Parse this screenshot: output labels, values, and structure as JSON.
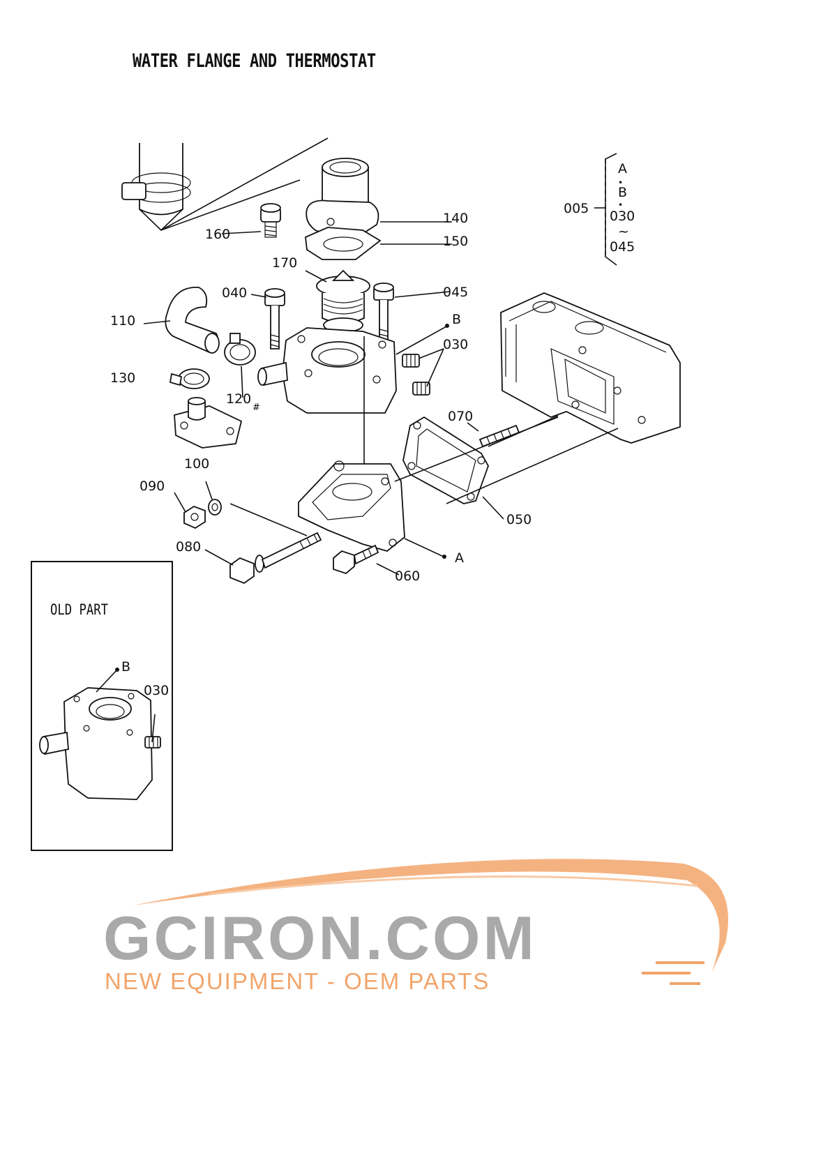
{
  "title": "WATER FLANGE AND THERMOSTAT",
  "callouts": {
    "p005": "005",
    "p030": "030",
    "p040": "040",
    "p045": "045",
    "p050": "050",
    "p060": "060",
    "p070": "070",
    "p080": "080",
    "p090": "090",
    "p100": "100",
    "p110": "110",
    "p120": "120",
    "p120_mark": "#",
    "p130": "130",
    "p140": "140",
    "p150": "150",
    "p160": "160",
    "p170": "170",
    "ref_a": "A",
    "ref_b": "B"
  },
  "set_bracket": {
    "a": "A",
    "dot1": "•",
    "b": "B",
    "dot2": "•",
    "from": "030",
    "tilde": "~",
    "to": "045"
  },
  "old_part": {
    "title": "OLD PART",
    "ref_b": "B",
    "p030": "030"
  },
  "logo": {
    "brand": "GCIRON.COM",
    "tagline": "NEW EQUIPMENT - OEM PARTS",
    "gray": "#a9a9a9",
    "orange": "#f2a46b"
  }
}
